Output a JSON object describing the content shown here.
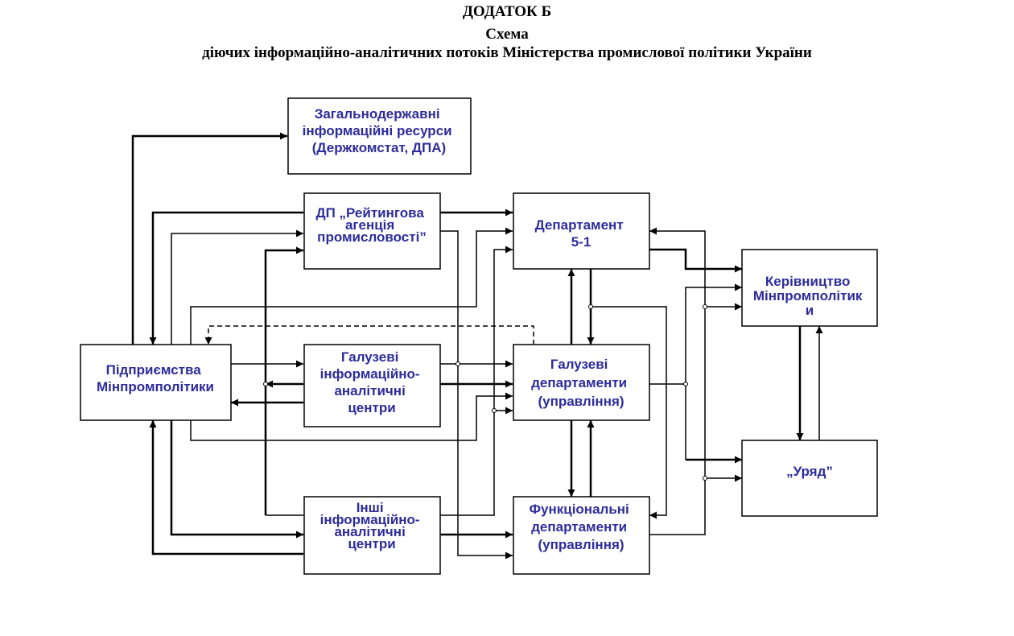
{
  "header": {
    "appendix": "ДОДАТОК Б",
    "scheme": "Схема",
    "subtitle": "діючих інформаційно-аналітичних потоків Міністерства промислової політики України"
  },
  "colors": {
    "box_text": "#2c2c9c",
    "line": "#000000"
  },
  "nodes": {
    "state_resources": [
      "Загальнодержавні",
      "інформаційні ресурси",
      "(Держкомстат, ДПА)"
    ],
    "rating_agency": [
      "ДП „Рейтингова",
      "агенція",
      "промисловості”"
    ],
    "department_5_1": [
      "Департамент",
      "5-1"
    ],
    "enterprises": [
      "Підприємства",
      "Мінпромполітики"
    ],
    "sector_info_centers": [
      "Галузеві",
      "інформаційно-",
      "аналітичні",
      "центри"
    ],
    "other_info_centers": [
      "Інші",
      "інформаційно-",
      "аналітичні",
      "центри"
    ],
    "sector_departments": [
      "Галузеві",
      "департаменти",
      "(управління)"
    ],
    "functional_departments": [
      "Функціональні",
      "департаменти",
      "(управління)"
    ],
    "ministry_leadership": [
      "Керівництво",
      "Мінпромполітик",
      "и"
    ],
    "government": [
      "„Уряд”"
    ]
  }
}
